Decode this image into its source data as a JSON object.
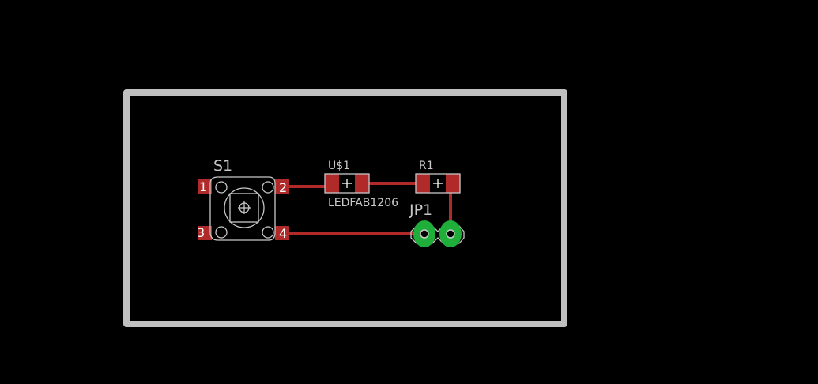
{
  "colors": {
    "background": "#000000",
    "board_outline": "#c0c0c0",
    "copper": "#b02a2a",
    "silkscreen": "#c8c8c8",
    "pad_green": "#1fae3a"
  },
  "components": {
    "s1": {
      "name": "S1",
      "pins": [
        "1",
        "2",
        "3",
        "4"
      ]
    },
    "u1": {
      "name": "U$1",
      "value": "LEDFAB1206"
    },
    "r1": {
      "name": "R1"
    },
    "jp1": {
      "name": "JP1"
    }
  }
}
